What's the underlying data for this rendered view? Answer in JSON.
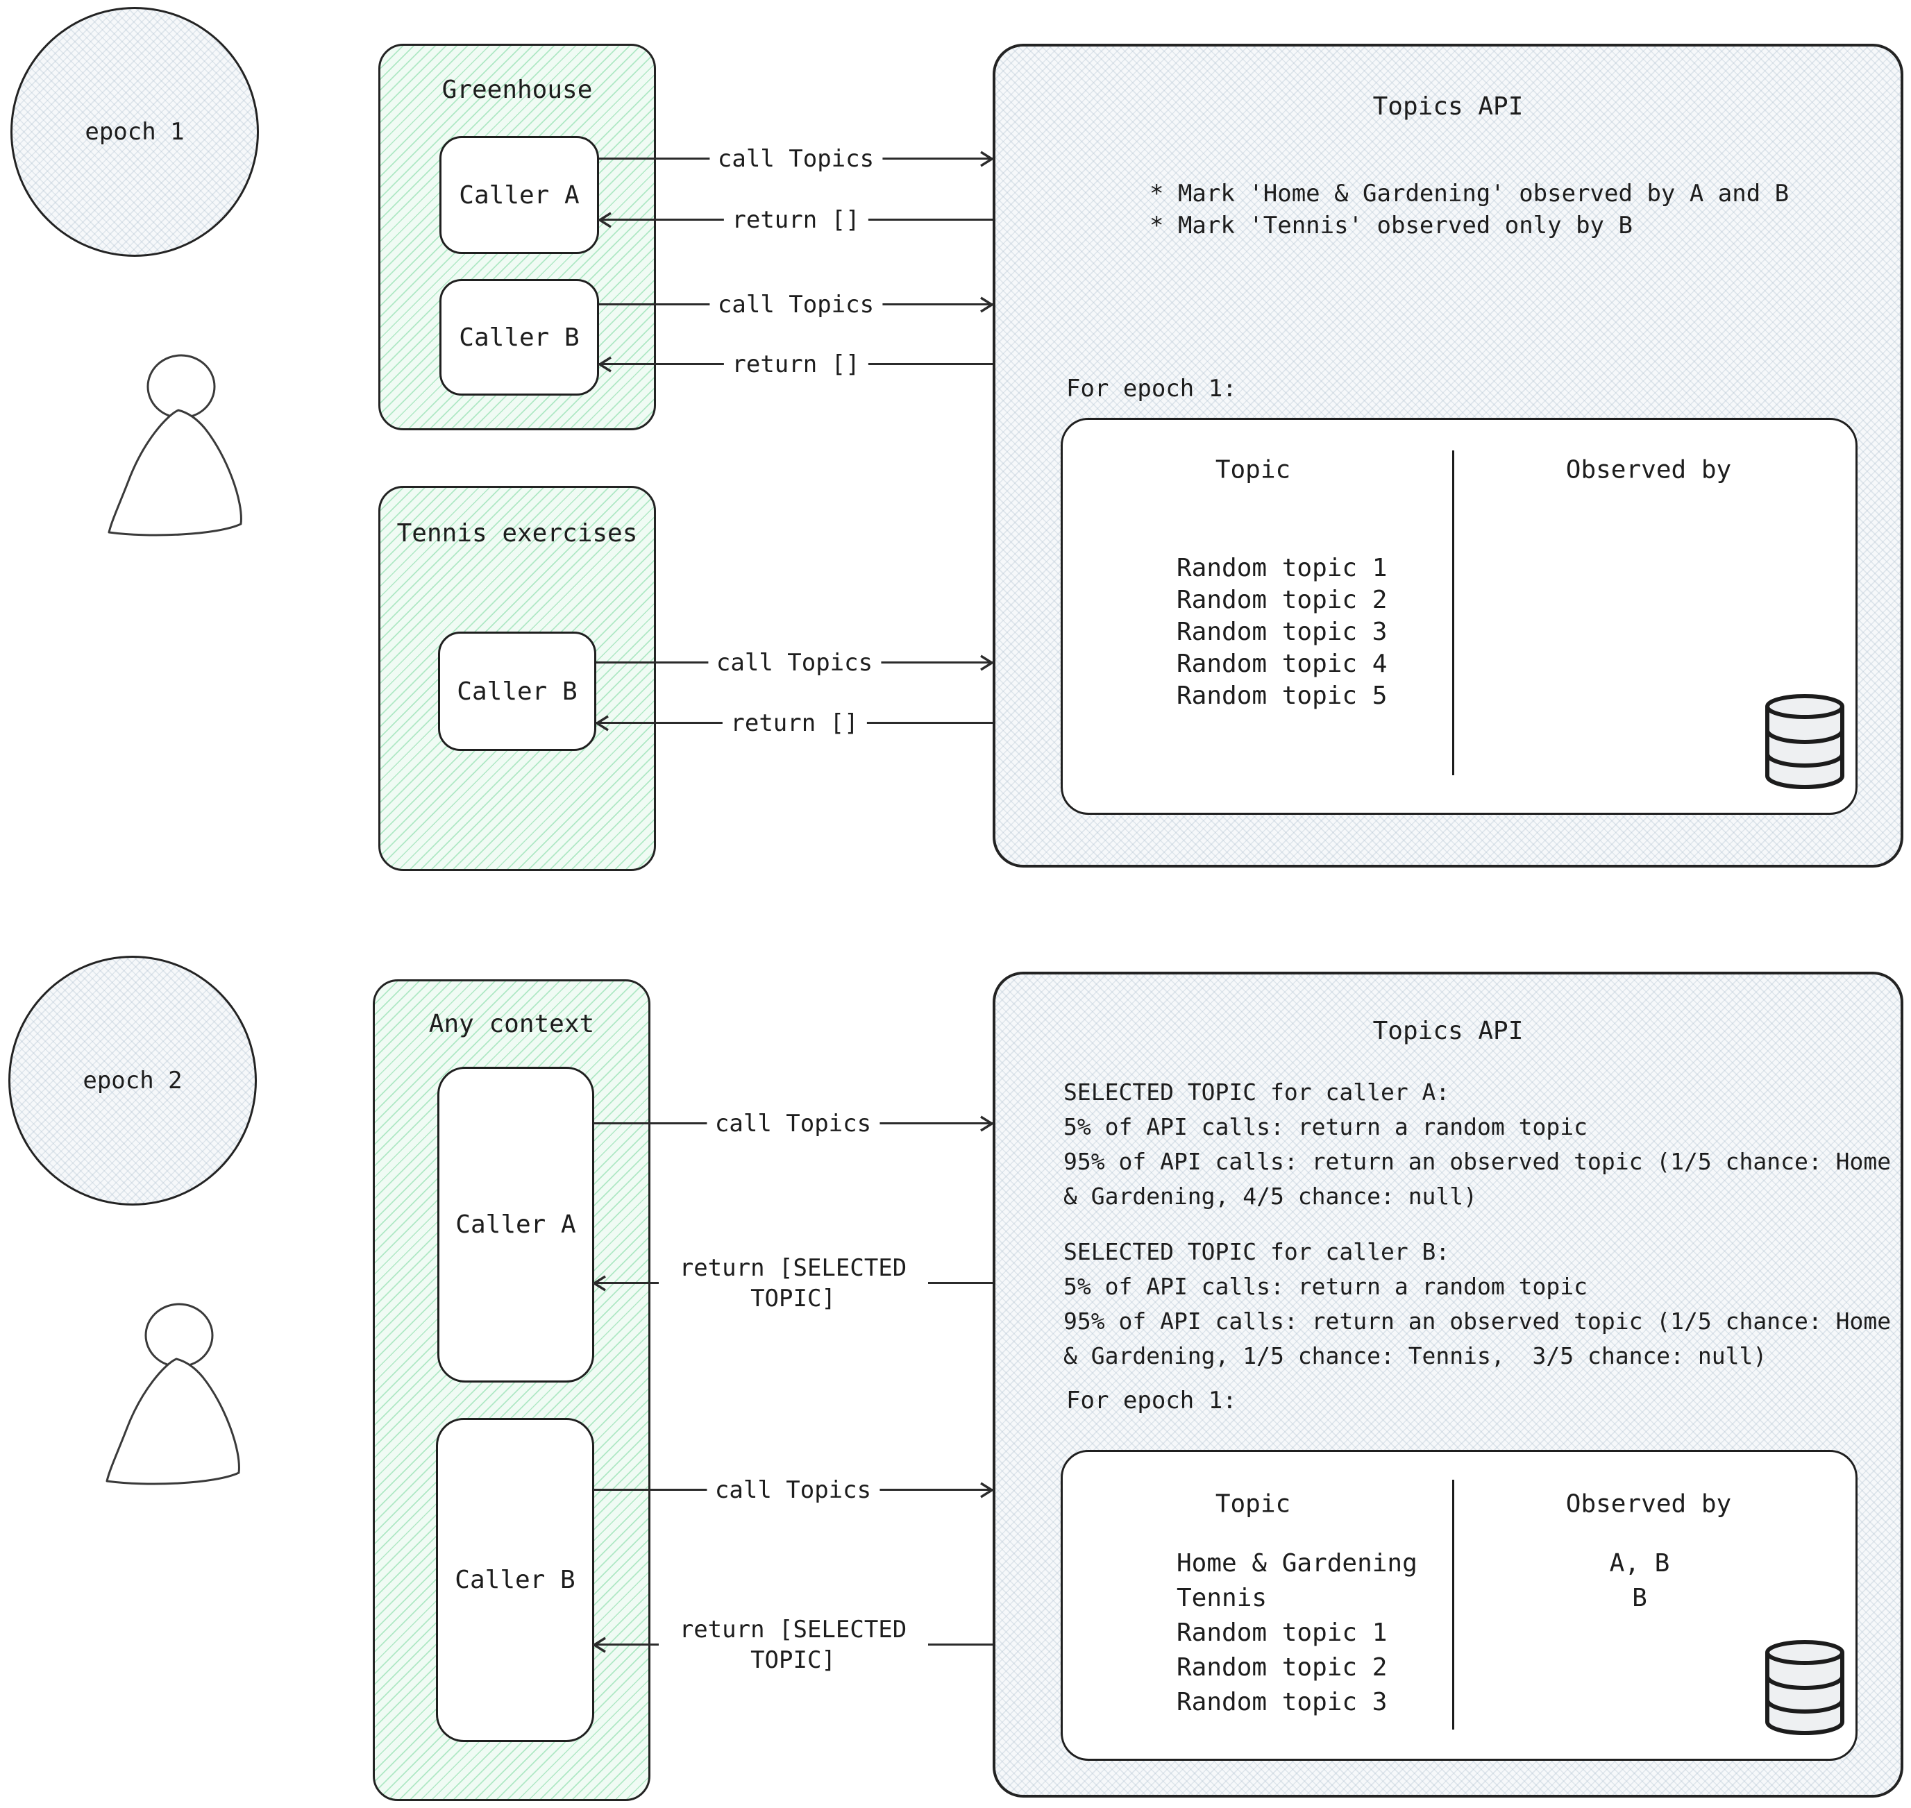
{
  "colors": {
    "ink": "#1e1e1e",
    "green_fill": "#f0fbf4",
    "green_hatch": "#6fd696",
    "gray_fill": "#f6f8fa",
    "gray_hatch": "#adbecd",
    "box_white": "#ffffff"
  },
  "epoch1": {
    "badge": "epoch 1",
    "greenhouse": {
      "title": "Greenhouse",
      "caller_a": "Caller A",
      "caller_b": "Caller B"
    },
    "tennis": {
      "title": "Tennis exercises",
      "caller_b": "Caller B"
    },
    "arrows": {
      "a_call": "call Topics",
      "a_return": "return []",
      "b_call": "call Topics",
      "b_return": "return []",
      "tennis_call": "call Topics",
      "tennis_return": "return []"
    },
    "api": {
      "title": "Topics API",
      "notes": [
        "* Mark 'Home & Gardening' observed by A and B",
        "* Mark 'Tennis' observed only by B"
      ],
      "epoch_heading": "For epoch 1:",
      "table": {
        "topic_header": "Topic",
        "observed_header": "Observed by",
        "rows": [
          {
            "topic": "Random topic 1",
            "observed": ""
          },
          {
            "topic": "Random topic 2",
            "observed": ""
          },
          {
            "topic": "Random topic 3",
            "observed": ""
          },
          {
            "topic": "Random topic 4",
            "observed": ""
          },
          {
            "topic": "Random topic 5",
            "observed": ""
          }
        ]
      }
    }
  },
  "epoch2": {
    "badge": "epoch 2",
    "context": {
      "title": "Any context",
      "caller_a": "Caller A",
      "caller_b": "Caller B"
    },
    "arrows": {
      "a_call": "call Topics",
      "a_return": "return [SELECTED TOPIC]",
      "b_call": "call Topics",
      "b_return": "return [SELECTED TOPIC]"
    },
    "api": {
      "title": "Topics API",
      "rules": [
        "SELECTED TOPIC for caller A:",
        "5% of API calls: return a random topic",
        "95% of API calls: return an observed topic (1/5 chance: Home",
        "& Gardening, 4/5 chance: null)",
        "",
        "SELECTED TOPIC for caller B:",
        "5% of API calls: return a random topic",
        "95% of API calls: return an observed topic (1/5 chance: Home",
        "& Gardening, 1/5 chance: Tennis,  3/5 chance: null)"
      ],
      "epoch_heading": "For epoch 1:",
      "table": {
        "topic_header": "Topic",
        "observed_header": "Observed by",
        "rows": [
          {
            "topic": "Home & Gardening",
            "observed": "A, B"
          },
          {
            "topic": "Tennis",
            "observed": "B"
          },
          {
            "topic": "Random topic 1",
            "observed": ""
          },
          {
            "topic": "Random topic 2",
            "observed": ""
          },
          {
            "topic": "Random topic 3",
            "observed": ""
          }
        ]
      }
    }
  }
}
